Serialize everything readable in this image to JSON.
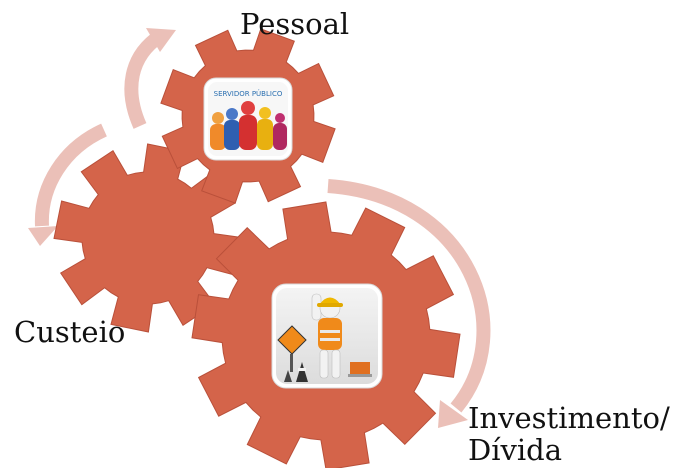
{
  "labels": {
    "pessoal": "Pessoal",
    "custeio": "Custeio",
    "investimento_line1": "Investimento/",
    "investimento_line2": "Dívida"
  },
  "badge_text": "SERVIDOR PÚBLICO",
  "colors": {
    "gear": "#D4644A",
    "gear_dark": "#B9503A",
    "arrow": "#EBC0B8",
    "frame": "#FFFFFF"
  }
}
